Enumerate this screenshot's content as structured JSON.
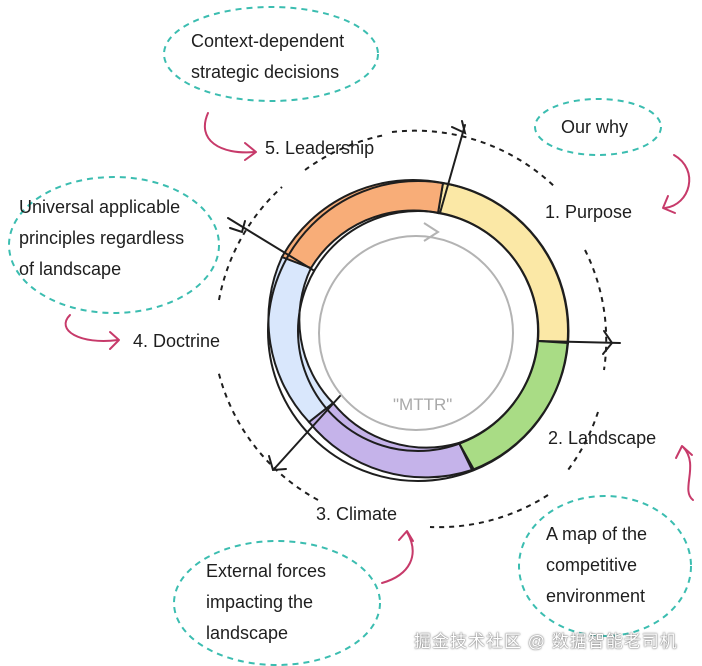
{
  "stages": {
    "leadership": "5. Leadership",
    "purpose": "1. Purpose",
    "landscape": "2. Landscape",
    "climate": "3. Climate",
    "doctrine": "4. Doctrine"
  },
  "notes": {
    "leadership": [
      "Context-dependent",
      "strategic decisions"
    ],
    "purpose": [
      "Our why"
    ],
    "doctrine": [
      "Universal applicable",
      "principles regardless",
      "of landscape"
    ],
    "landscape": [
      "A map of the",
      "competitive",
      "environment"
    ],
    "climate": [
      "External forces",
      "impacting the",
      "landscape"
    ]
  },
  "center_label": "\"MTTR\"",
  "watermark": "掘金技术社区 @ 数据智能老司机",
  "colors": {
    "purpose": "#fbe8a6",
    "landscape": "#a9dc85",
    "climate": "#c5b3ea",
    "doctrine": "#d9e7fc",
    "leadership": "#f8ad78",
    "bubble_stroke": "#3bbdb0",
    "arrow": "#c73a6a",
    "inner_circle": "#b3b3b3"
  }
}
